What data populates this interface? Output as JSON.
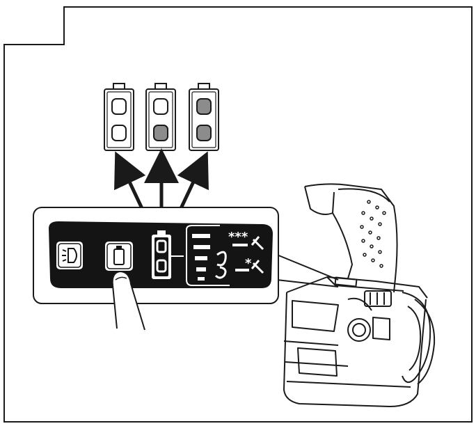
{
  "figure": {
    "indicator_states": [
      {
        "lamps_lit": 0,
        "lamps_total": 2
      },
      {
        "lamps_lit": 1,
        "lamps_total": 2
      },
      {
        "lamps_lit": 2,
        "lamps_total": 2
      }
    ],
    "colors": {
      "line": "#1a1a1a",
      "lamp_lit": "#8c8c8c",
      "panel": "#141414",
      "background": "#ffffff"
    },
    "icons": {
      "panel_light_button": "light-icon",
      "panel_battery_button": "battery-check-icon",
      "panel_battery_indicator": "battery-indicator-icon",
      "mode_group": "impact-mode-icon",
      "mode_high": "hammer-icon",
      "mode_low": "hammer-icon"
    },
    "panel_mode_markers": {
      "high": "***",
      "low": "*"
    }
  }
}
